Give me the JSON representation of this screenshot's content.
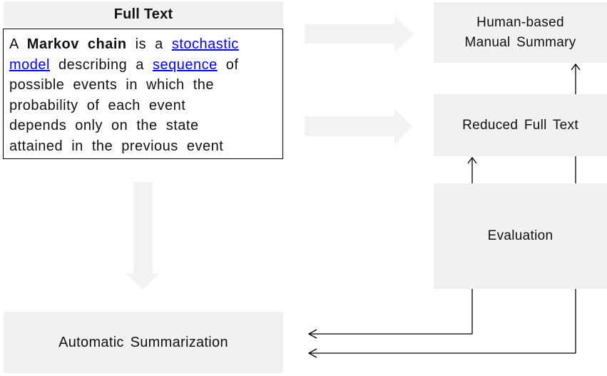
{
  "full_text_panel": {
    "title": "Full Text",
    "body_segments": [
      {
        "t": "A ",
        "s": "n"
      },
      {
        "t": "Markov chain",
        "s": "b"
      },
      {
        "t": " is a ",
        "s": "n"
      },
      {
        "t": "stochastic",
        "s": "l"
      },
      {
        "t": "",
        "s": "br"
      },
      {
        "t": "model",
        "s": "l"
      },
      {
        "t": " describing a ",
        "s": "n"
      },
      {
        "t": "sequence",
        "s": "l"
      },
      {
        "t": " of",
        "s": "n"
      },
      {
        "t": "",
        "s": "br"
      },
      {
        "t": "possible events in which the",
        "s": "n"
      },
      {
        "t": "",
        "s": "br"
      },
      {
        "t": "probability of each event",
        "s": "n"
      },
      {
        "t": "",
        "s": "br"
      },
      {
        "t": "depends only on the state",
        "s": "n"
      },
      {
        "t": "",
        "s": "br"
      },
      {
        "t": "attained in the previous event",
        "s": "n"
      }
    ],
    "links": [
      "stochastic model",
      "sequence"
    ]
  },
  "nodes": {
    "human_summary": {
      "line1": "Human-based",
      "line2": "Manual Summary"
    },
    "reduced_full_text": {
      "label": "Reduced Full Text"
    },
    "evaluation": {
      "label": "Evaluation"
    },
    "automatic_summarization": {
      "label": "Automatic Summarization"
    }
  },
  "flows": [
    "Full Text → Human-based Manual Summary",
    "Full Text → Reduced Full Text",
    "Full Text → Automatic Summarization",
    "Evaluation → Reduced Full Text",
    "Evaluation → Human-based Manual Summary",
    "Evaluation → Automatic Summarization (two feedback lines)"
  ],
  "colors": {
    "node_fill": "#f1f1f1",
    "arrow_fill": "#f2f2f2",
    "link_color": "#0000ff",
    "connector_color": "#000000",
    "text_color": "#111111"
  }
}
